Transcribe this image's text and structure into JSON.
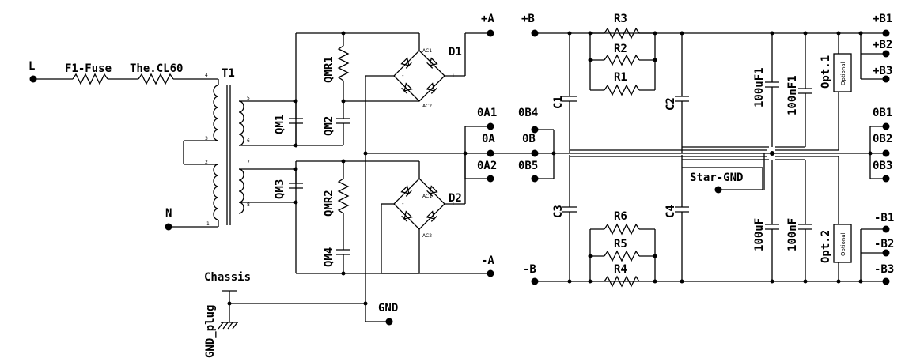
{
  "mains": {
    "L": "L",
    "N": "N",
    "F1": "F1-Fuse",
    "Th": "The.CL60",
    "T1": "T1"
  },
  "psuA": {
    "QM1": "QM1",
    "QM2": "QM2",
    "QM3": "QM3",
    "QM4": "QM4",
    "QMR1": "QMR1",
    "QMR2": "QMR2",
    "D1": "D1",
    "D2": "D2",
    "plusA": "+A",
    "minusA": "-A",
    "zeroA": "0A",
    "zeroA1": "0A1",
    "zeroA2": "0A2",
    "chassis": "Chassis",
    "gndPlug": "GND_plug",
    "gnd": "GND"
  },
  "psuB": {
    "plusB": "+B",
    "minusB": "-B",
    "zeroB": "0B",
    "zeroB4": "0B4",
    "zeroB5": "0B5",
    "R1": "R1",
    "R2": "R2",
    "R3": "R3",
    "R4": "R4",
    "R5": "R5",
    "R6": "R6",
    "C1": "C1",
    "C2": "C2",
    "C3": "C3",
    "C4": "C4",
    "c100uF1": "100uF1",
    "c100nF1": "100nF1",
    "c100uF": "100uF",
    "c100nF": "100nF",
    "opt1": "Opt.1",
    "opt2": "Opt.2",
    "optional": "Optional",
    "starGnd": "Star-GND",
    "plusB1": "+B1",
    "plusB2": "+B2",
    "plusB3": "+B3",
    "zeroB1": "0B1",
    "zeroB2": "0B2",
    "zeroB3": "0B3",
    "minusB1": "-B1",
    "minusB2": "-B2",
    "minusB3": "-B3"
  },
  "pins": {
    "p1": "1",
    "p2": "2",
    "p3": "3",
    "p4": "4",
    "p5": "5",
    "p6": "6",
    "p7": "7",
    "p8": "8",
    "plus": "+",
    "minus": "-",
    "ac1": "AC1",
    "ac2": "AC2"
  }
}
